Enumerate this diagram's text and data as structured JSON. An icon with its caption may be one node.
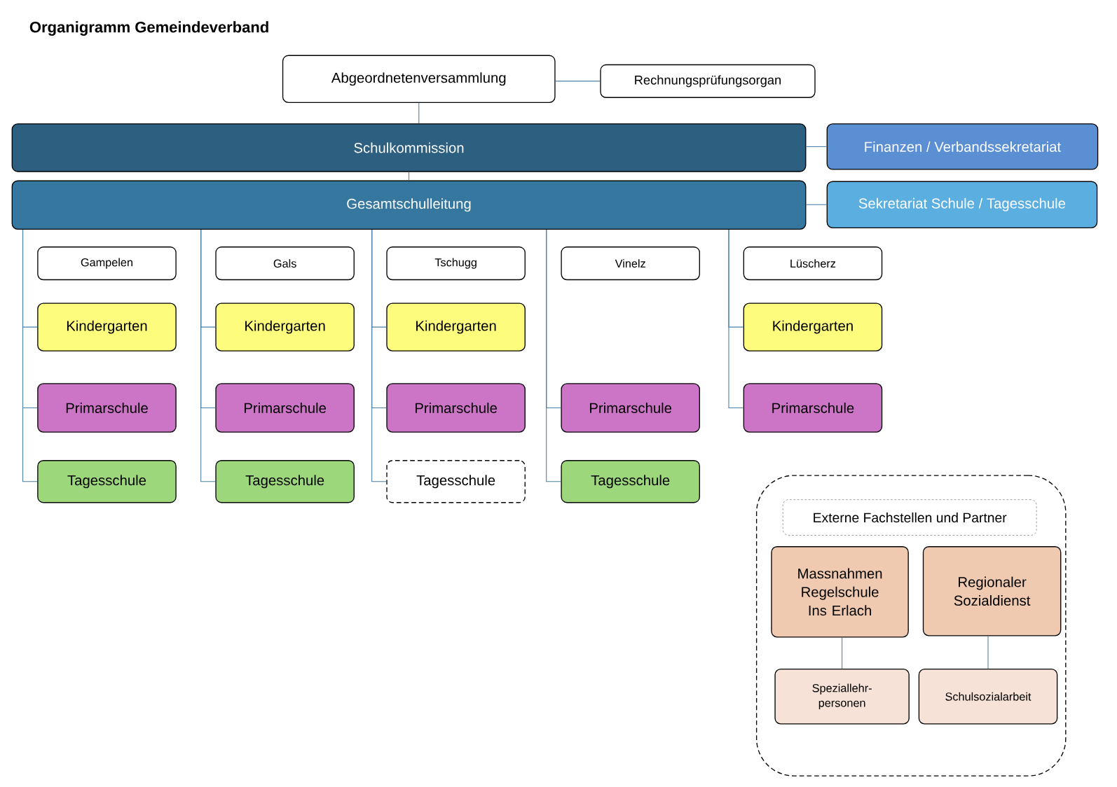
{
  "diagram": {
    "title": "Organigramm Gemeindeverband",
    "nodes": [
      {
        "text": [
          "Abgeordnetenversammlung"
        ]
      },
      {
        "text": [
          "Rechnungsprüfungsorgan"
        ]
      },
      {
        "text": [
          "Schulkommission"
        ]
      },
      {
        "text": [
          "Finanzen / Verbandssekretariat"
        ]
      },
      {
        "text": [
          "Gesamtschulleitung"
        ]
      },
      {
        "text": [
          "Sekretariat Schule / Tagesschule"
        ]
      },
      {
        "text": [
          "Gampelen"
        ]
      },
      {
        "text": [
          "Kindergarten"
        ]
      },
      {
        "text": [
          "Primarschule"
        ]
      },
      {
        "text": [
          "Tagesschule"
        ]
      },
      {
        "text": [
          "Gals"
        ]
      },
      {
        "text": [
          "Kindergarten"
        ]
      },
      {
        "text": [
          "Primarschule"
        ]
      },
      {
        "text": [
          "Tagesschule"
        ]
      },
      {
        "text": [
          "Tschugg"
        ]
      },
      {
        "text": [
          "Kindergarten"
        ]
      },
      {
        "text": [
          "Primarschule"
        ]
      },
      {
        "text": [
          "Tagesschule"
        ]
      },
      {
        "text": [
          "Vinelz"
        ]
      },
      {
        "text": [
          "Primarschule"
        ]
      },
      {
        "text": [
          "Tagesschule"
        ]
      },
      {
        "text": [
          "Lüscherz"
        ]
      },
      {
        "text": [
          "Kindergarten"
        ]
      },
      {
        "text": [
          "Primarschule"
        ]
      },
      {
        "text": [],
        "shape": "box"
      },
      {
        "text": [
          "Externe Fachstellen und Partner"
        ],
        "in": 24
      },
      {
        "text": [
          "Massnahmen Regelschule Ins Erlach"
        ],
        "in": 24
      },
      {
        "text": [
          "Regionaler Sozialdienst"
        ],
        "in": 24
      },
      {
        "text": [
          "Speziallehr- personen"
        ],
        "in": 24
      },
      {
        "text": [
          "Schulsozialarbeit"
        ],
        "in": 24
      }
    ],
    "edges": [
      {
        "from": 0,
        "to": 1,
        "arrow": "none"
      },
      {
        "from": 0,
        "to": 2,
        "arrow": "none"
      },
      {
        "from": 2,
        "to": 3,
        "arrow": "none"
      },
      {
        "from": 2,
        "to": 4,
        "arrow": "none"
      },
      {
        "from": 4,
        "to": 5,
        "arrow": "none"
      },
      {
        "from": 4,
        "to": 7,
        "arrow": "none"
      },
      {
        "from": 4,
        "to": 8,
        "arrow": "none"
      },
      {
        "from": 4,
        "to": 9,
        "arrow": "none"
      },
      {
        "from": 4,
        "to": 11,
        "arrow": "none"
      },
      {
        "from": 4,
        "to": 12,
        "arrow": "none"
      },
      {
        "from": 4,
        "to": 13,
        "arrow": "none"
      },
      {
        "from": 4,
        "to": 15,
        "arrow": "none"
      },
      {
        "from": 4,
        "to": 16,
        "arrow": "none"
      },
      {
        "from": 4,
        "to": 17,
        "arrow": "none"
      },
      {
        "from": 4,
        "to": 19,
        "arrow": "none"
      },
      {
        "from": 4,
        "to": 20,
        "arrow": "none"
      },
      {
        "from": 4,
        "to": 22,
        "arrow": "none"
      },
      {
        "from": 4,
        "to": 23,
        "arrow": "none"
      },
      {
        "from": 26,
        "to": 28,
        "arrow": "none"
      },
      {
        "from": 27,
        "to": 29,
        "arrow": "none"
      }
    ]
  }
}
